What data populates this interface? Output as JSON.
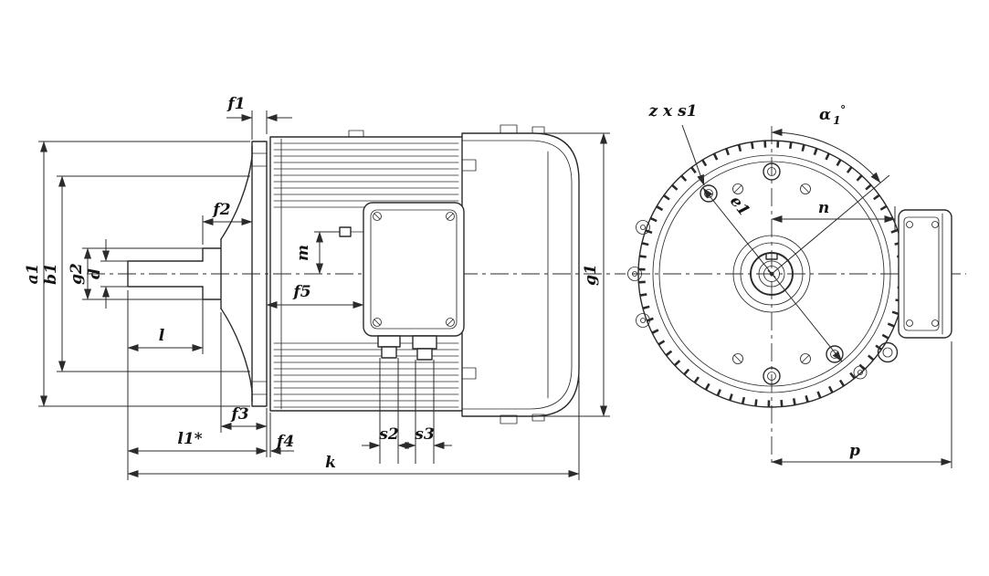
{
  "colors": {
    "line": "#2b2b2b",
    "background": "#ffffff"
  },
  "side_view": {
    "labels": {
      "f1": "f1",
      "f2": "f2",
      "f3": "f3",
      "f4": "f4",
      "f5": "f5",
      "a1": "a1",
      "b1": "b1",
      "g1": "g1",
      "g2": "g2",
      "d": "d",
      "m": "m",
      "l": "l",
      "l1": "l1*",
      "k": "k",
      "s2": "s2",
      "s3": "s3"
    }
  },
  "end_view": {
    "labels": {
      "z_x_s1": "z x s1",
      "alpha": "α",
      "alpha_sub": "1",
      "alpha_deg": "°",
      "e1": "e1",
      "n": "n",
      "p": "p"
    }
  }
}
